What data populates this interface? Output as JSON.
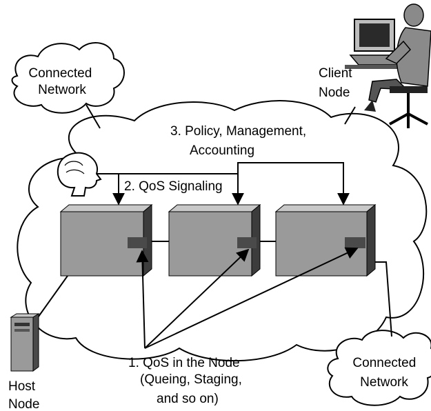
{
  "labels": {
    "connected_network_top": [
      "Connected",
      "Network"
    ],
    "client_node": [
      "Client",
      "Node"
    ],
    "policy": [
      "3. Policy, Management,",
      "Accounting"
    ],
    "qos_signaling": "2. QoS Signaling",
    "host_node": [
      "Host",
      "Node"
    ],
    "qos_in_node": [
      "1. QoS in the Node",
      "(Queing, Staging,",
      "and so on)"
    ],
    "connected_network_bottom": [
      "Connected",
      "Network"
    ]
  },
  "icons": {
    "client": "person-at-computer-icon",
    "host": "server-tower-icon",
    "manager": "human-head-icon",
    "nodes": [
      "network-node-box",
      "network-node-box",
      "network-node-box"
    ]
  },
  "colors": {
    "node_front": "#9a9a9a",
    "node_side": "#3c3c3c",
    "node_top": "#c8c8c8",
    "port": "#4a4a4a",
    "line": "#000000",
    "cloud_fill": "#ffffff"
  }
}
